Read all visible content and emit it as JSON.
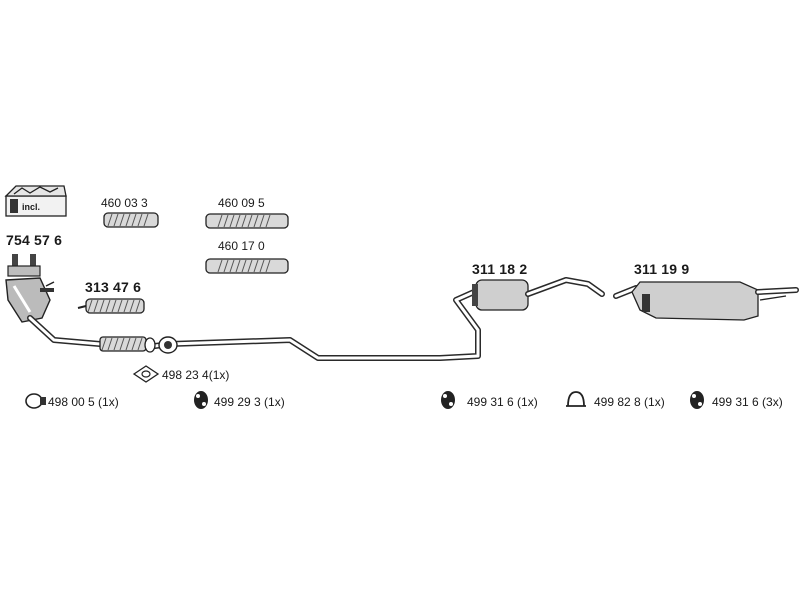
{
  "kit": {
    "incl_label": "incl.",
    "catalytic_converter": "754 57 6"
  },
  "parts": {
    "front_pipe": "313 47 6",
    "flex_1": "460 03 3",
    "flex_2": "460 09 5",
    "flex_3": "460 17 0",
    "middle_silencer": "311 18 2",
    "rear_silencer": "311 19 9"
  },
  "accessories": [
    {
      "label": "498 00 5 (1x)"
    },
    {
      "label": "498 23 4(1x)"
    },
    {
      "label": "499 29 3 (1x)"
    },
    {
      "label": "499 31 6  (1x)"
    },
    {
      "label": "499 82 8 (1x)"
    },
    {
      "label": "499 31 6  (3x)"
    }
  ]
}
